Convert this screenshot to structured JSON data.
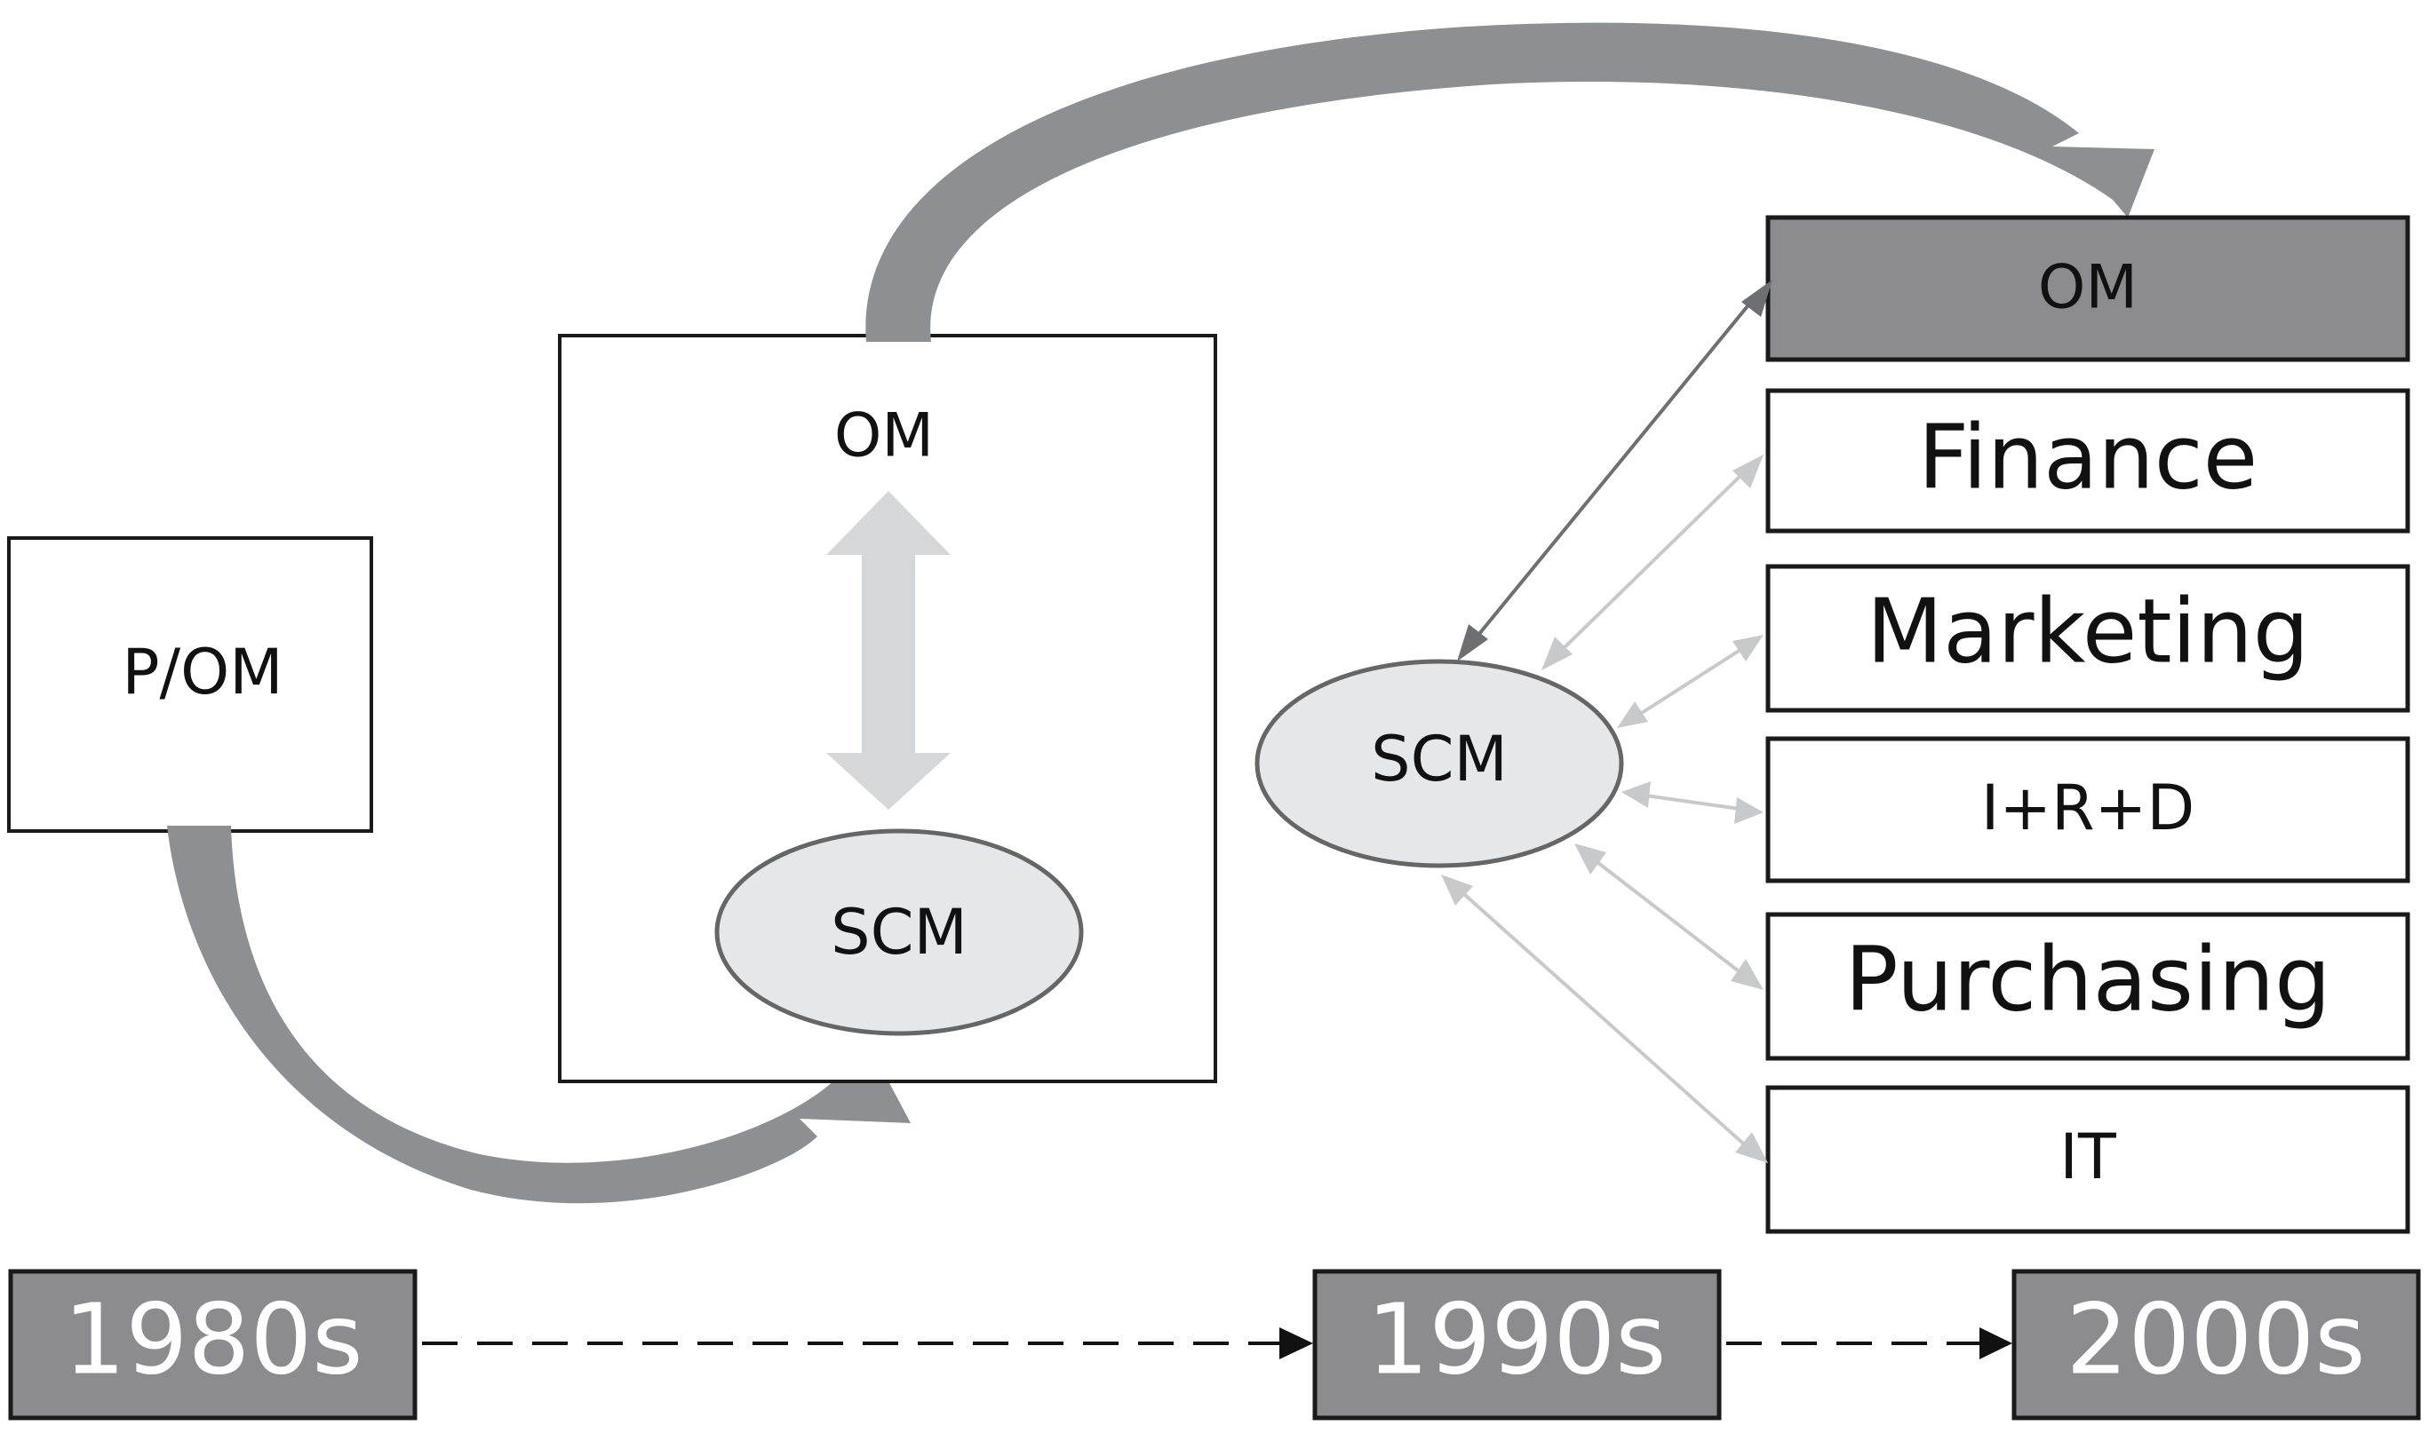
{
  "stage_1980s": {
    "box_label": "P/OM"
  },
  "stage_1990s": {
    "om_label": "OM",
    "scm_label": "SCM"
  },
  "stage_2000s": {
    "scm_label": "SCM",
    "functions": [
      "OM",
      "Finance",
      "Marketing",
      "I+R+D",
      "Purchasing",
      "IT"
    ],
    "highlighted_function": "OM"
  },
  "timeline": {
    "eras": [
      "1980s",
      "1990s",
      "2000s"
    ]
  },
  "colors": {
    "box_border": "#1a1a1a",
    "highlight_fill": "#8c8c8e",
    "era_fill": "#8c8c8e",
    "ellipse_fill": "#e6e7e9",
    "big_arrow": "#8e8f92",
    "light_arrow": "#c8c9cb",
    "dark_arrow": "#6e6f72"
  }
}
